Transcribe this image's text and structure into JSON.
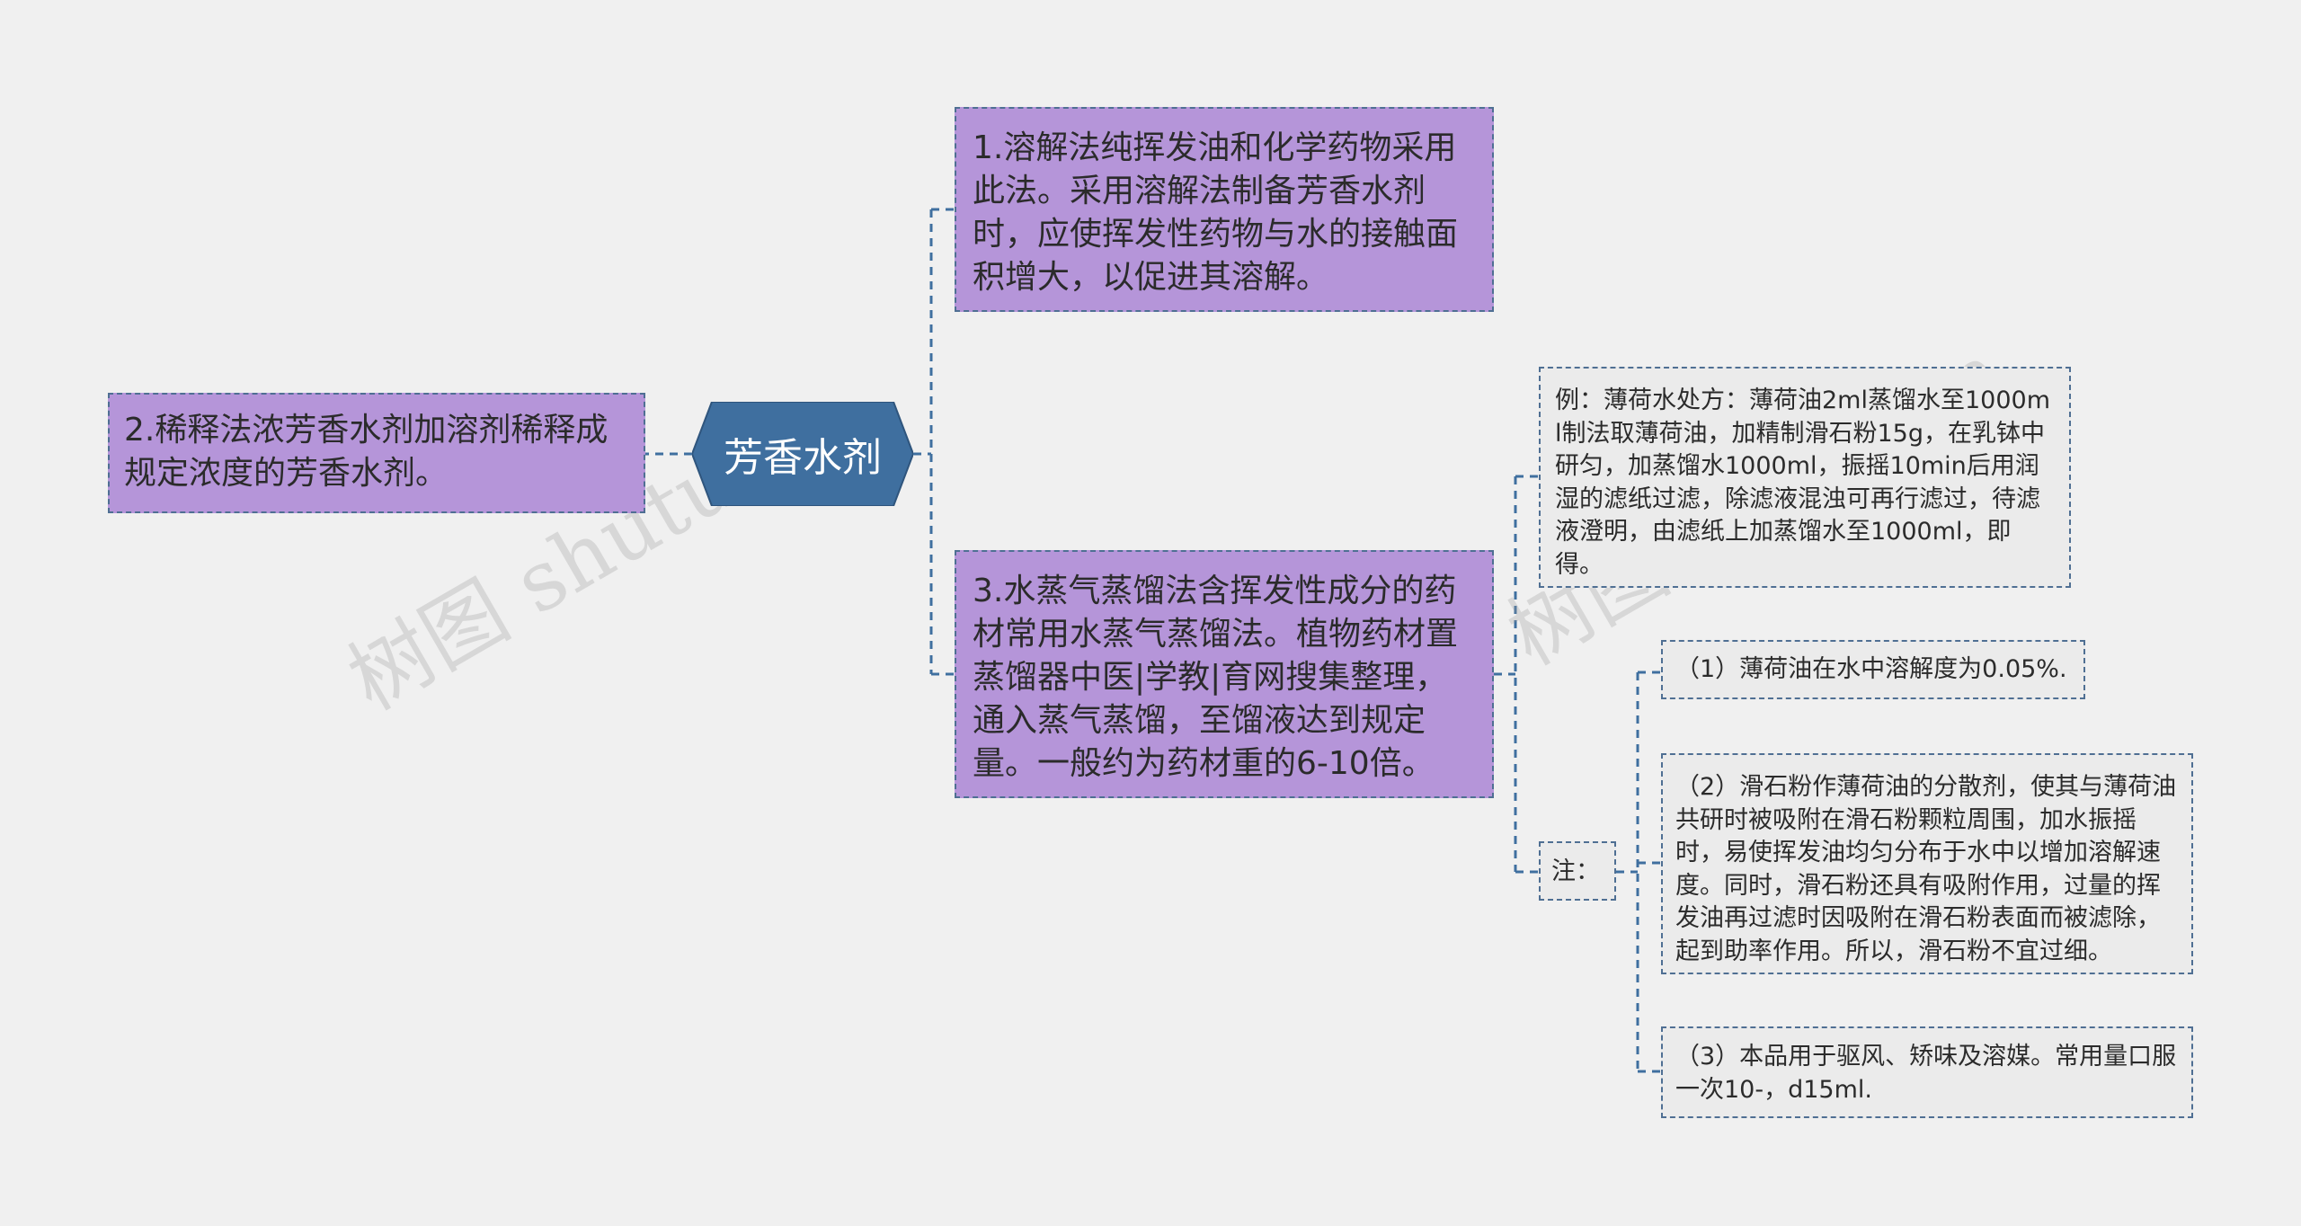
{
  "root": {
    "label": "芳香水剂"
  },
  "nodes": {
    "method1": "1.溶解法纯挥发油和化学药物采用此法。采用溶解法制备芳香水剂时，应使挥发性药物与水的接触面积增大，以促进其溶解。",
    "method2": "2.稀释法浓芳香水剂加溶剂稀释成规定浓度的芳香水剂。",
    "method3": "3.水蒸气蒸馏法含挥发性成分的药材常用水蒸气蒸馏法。植物药材置蒸馏器中医|学教|育网搜集整理，通入蒸气蒸馏，至馏液达到规定量。一般约为药材重的6-10倍。",
    "example": "例：薄荷水处方：薄荷油2ml蒸馏水至1000ml制法取薄荷油，加精制滑石粉15g，在乳钵中研匀，加蒸馏水1000ml，振摇10min后用润湿的滤纸过滤，除滤液混浊可再行滤过，待滤液澄明，由滤纸上加蒸馏水至1000ml，即得。",
    "note": "注：",
    "note1": "（1）薄荷油在水中溶解度为0.05%.",
    "note2": "（2）滑石粉作薄荷油的分散剂，使其与薄荷油共研时被吸附在滑石粉颗粒周围，加水振摇时，易使挥发油均匀分布于水中以增加溶解速度。同时，滑石粉还具有吸附作用，过量的挥发油再过滤时因吸附在滑石粉表面而被滤除，起到助率作用。所以，滑石粉不宜过细。",
    "note3": "（3）本品用于驱风、矫味及溶媒。常用量口服一次10-，d15ml."
  },
  "watermark": {
    "text": "树图 shutu.cn"
  },
  "colors": {
    "background": "#f0f0f0",
    "root_fill": "#3f6f9f",
    "purple_fill": "#b595d9",
    "grey_fill": "#ebebeb",
    "border": "#4f6f93",
    "connector": "#3f6f9f"
  }
}
